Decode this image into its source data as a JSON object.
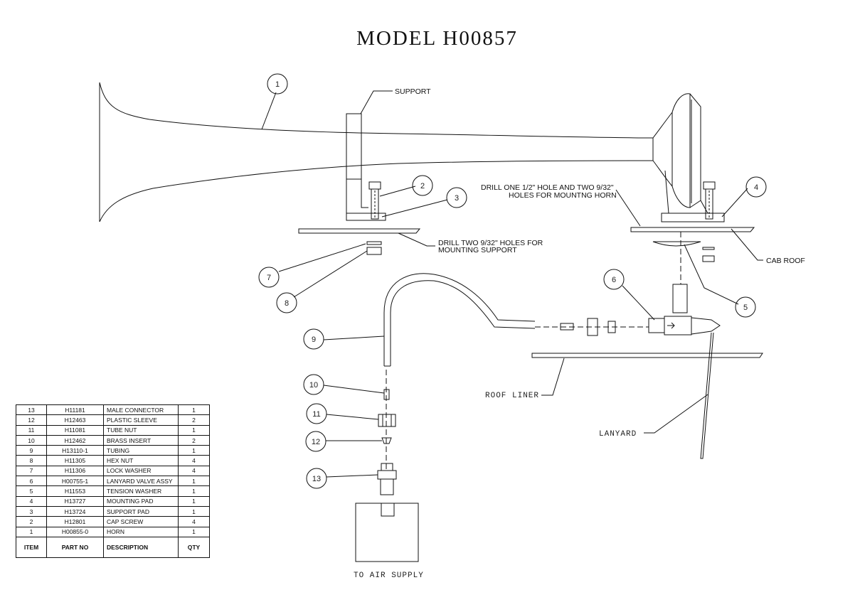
{
  "title": "MODEL H00857",
  "balloons": [
    "1",
    "2",
    "3",
    "4",
    "5",
    "6",
    "7",
    "8",
    "9",
    "10",
    "11",
    "12",
    "13"
  ],
  "notes": {
    "support": "SUPPORT",
    "drill_horn_1": "DRILL ONE 1/2\" HOLE AND TWO 9/32\"",
    "drill_horn_2": "HOLES FOR MOUNTNG HORN",
    "drill_support_1": "DRILL TWO 9/32\" HOLES FOR",
    "drill_support_2": "MOUNTING SUPPORT",
    "cab_roof": "CAB ROOF",
    "roof_liner": "ROOF LINER",
    "lanyard": "LANYARD",
    "air_supply": "TO AIR SUPPLY"
  },
  "bom": {
    "header": {
      "item": "ITEM",
      "part_no": "PART NO",
      "description": "DESCRIPTION",
      "qty": "QTY"
    },
    "rows": [
      {
        "item": "13",
        "part_no": "H11181",
        "description": "MALE CONNECTOR",
        "qty": "1"
      },
      {
        "item": "12",
        "part_no": "H12463",
        "description": "PLASTIC SLEEVE",
        "qty": "2"
      },
      {
        "item": "11",
        "part_no": "H11081",
        "description": "TUBE NUT",
        "qty": "1"
      },
      {
        "item": "10",
        "part_no": "H12462",
        "description": "BRASS INSERT",
        "qty": "2"
      },
      {
        "item": "9",
        "part_no": "H13110-1",
        "description": "TUBING",
        "qty": "1"
      },
      {
        "item": "8",
        "part_no": "H11305",
        "description": "HEX NUT",
        "qty": "4"
      },
      {
        "item": "7",
        "part_no": "H11306",
        "description": "LOCK WASHER",
        "qty": "4"
      },
      {
        "item": "6",
        "part_no": "H00755-1",
        "description": "LANYARD VALVE ASSY",
        "qty": "1"
      },
      {
        "item": "5",
        "part_no": "H11553",
        "description": "TENSION WASHER",
        "qty": "1"
      },
      {
        "item": "4",
        "part_no": "H13727",
        "description": "MOUNTING PAD",
        "qty": "1"
      },
      {
        "item": "3",
        "part_no": "H13724",
        "description": "SUPPORT PAD",
        "qty": "1"
      },
      {
        "item": "2",
        "part_no": "H12801",
        "description": "CAP SCREW",
        "qty": "4"
      },
      {
        "item": "1",
        "part_no": "H00855-0",
        "description": "HORN",
        "qty": "1"
      }
    ]
  }
}
